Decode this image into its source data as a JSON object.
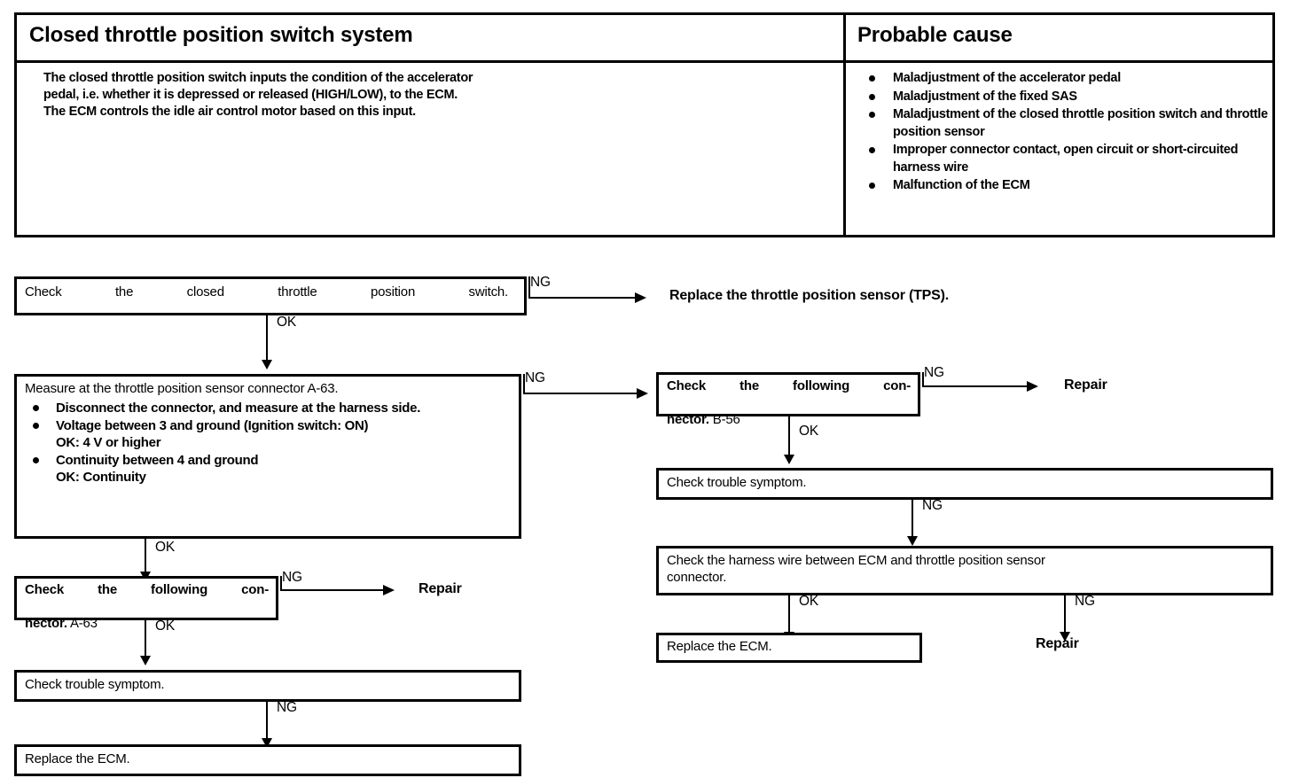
{
  "table": {
    "header_left": "Closed throttle position switch system",
    "header_right": "Probable cause",
    "description_lines": [
      "The closed throttle position switch inputs the condition of the accelerator",
      "pedal, i.e. whether it is depressed or released (HIGH/LOW), to the ECM.",
      "The ECM controls the idle air control motor based on this input."
    ],
    "causes": [
      "Maladjustment of the accelerator pedal",
      "Maladjustment of the fixed SAS",
      "Maladjustment of the closed throttle position switch and throttle position sensor",
      "Improper connector contact, open circuit or short-circuited harness wire",
      "Malfunction of the ECM"
    ]
  },
  "flow": {
    "labels": {
      "ok": "OK",
      "ng": "NG"
    },
    "box_check_switch": "Check the closed throttle position switch.",
    "result_replace_tps": "Replace the throttle position sensor (TPS).",
    "box_measure": {
      "title": "Measure at the throttle position sensor connector A-63.",
      "items": [
        {
          "text": "Disconnect the connector, and measure at the harness side.",
          "sub": ""
        },
        {
          "text": "Voltage between 3 and ground (Ignition switch: ON)",
          "sub": "OK: 4 V or higher"
        },
        {
          "text": "Continuity between 4 and ground",
          "sub": "OK: Continuity"
        }
      ]
    },
    "box_connector_a63": {
      "line1": "Check the following con-",
      "line2_bold": "nector.",
      "line2_plain": "A-63"
    },
    "box_connector_b56": {
      "line1": "Check the following con-",
      "line2_bold": "nector.",
      "line2_plain": "B-56"
    },
    "result_repair": "Repair",
    "box_check_symptom": "Check trouble symptom.",
    "box_replace_ecm": "Replace the ECM.",
    "box_check_harness": {
      "line1": "Check the harness wire between ECM and throttle position sensor",
      "line2": "connector."
    }
  }
}
